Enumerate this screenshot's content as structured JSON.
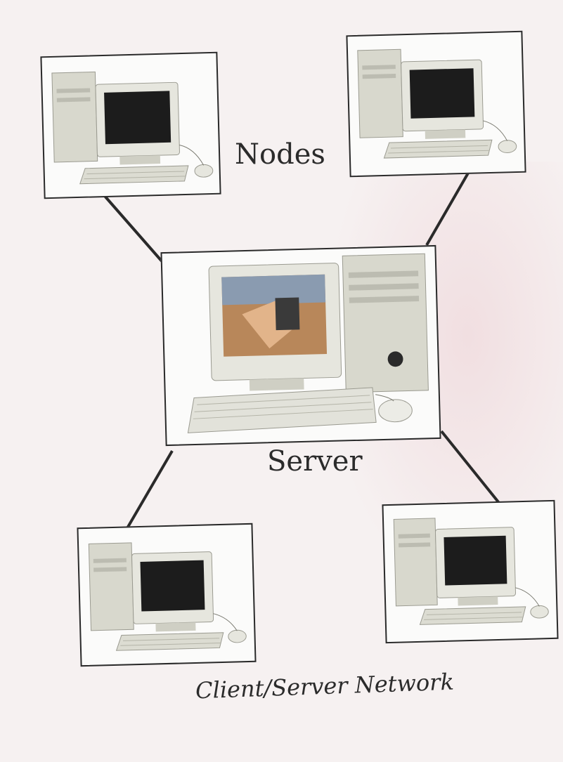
{
  "labels": {
    "nodes": "Nodes",
    "server": "Server",
    "caption": "Client/Server Network"
  },
  "nodes": [
    {
      "name": "node-computer-top-left"
    },
    {
      "name": "node-computer-top-right"
    },
    {
      "name": "node-computer-bottom-left"
    },
    {
      "name": "node-computer-bottom-right"
    }
  ],
  "server": {
    "name": "server-computer"
  },
  "colors": {
    "background": "#f6f1f1",
    "line": "#2a2a2a",
    "case": "#dcdcd2",
    "screen": "#1c1c1c",
    "server_screen": "#b8875a"
  }
}
